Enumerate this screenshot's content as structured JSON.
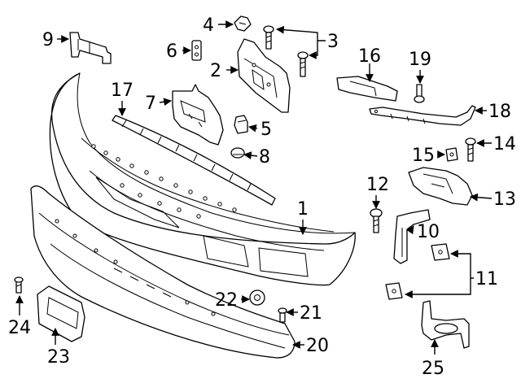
{
  "diagram": {
    "callouts": [
      "1",
      "2",
      "3",
      "4",
      "5",
      "6",
      "7",
      "8",
      "9",
      "10",
      "11",
      "12",
      "13",
      "14",
      "15",
      "16",
      "17",
      "18",
      "19",
      "20",
      "21",
      "22",
      "23",
      "24",
      "25"
    ]
  }
}
